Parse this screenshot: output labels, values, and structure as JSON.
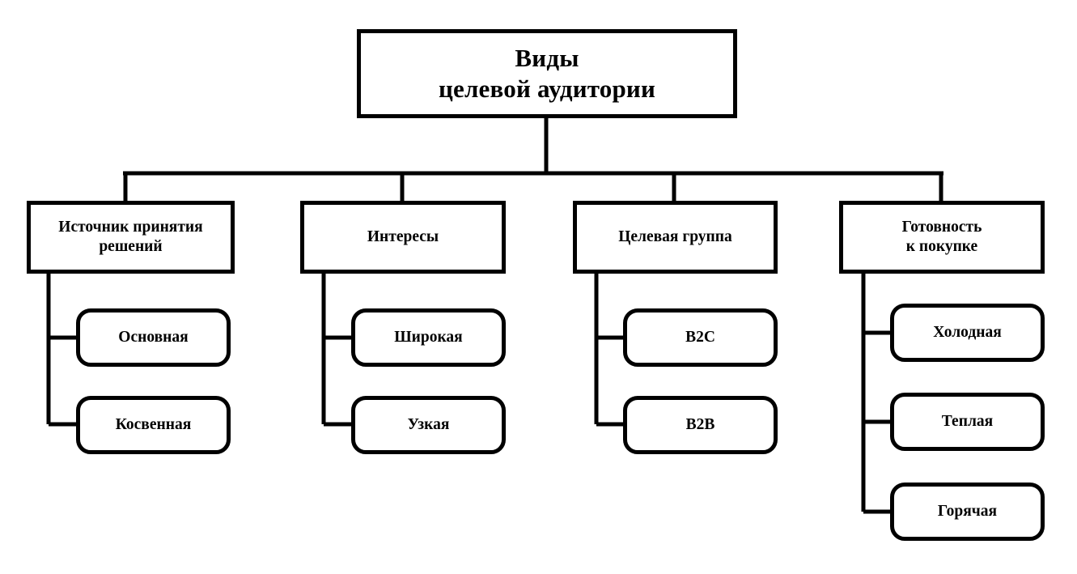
{
  "diagram": {
    "type": "hierarchy-tree",
    "title": "Виды целевой аудитории",
    "root": {
      "label": "Виды\nцелевой аудитории",
      "shape": "rectangle",
      "border_color": "#000000",
      "fill_color": "#ffffff",
      "text_color": "#000000"
    },
    "branches": [
      {
        "label": "Источник принятия\nрешений",
        "shape": "rectangle",
        "children": [
          {
            "label": "Основная",
            "shape": "rounded-rectangle"
          },
          {
            "label": "Косвенная",
            "shape": "rounded-rectangle"
          }
        ]
      },
      {
        "label": "Интересы",
        "shape": "rectangle",
        "children": [
          {
            "label": "Широкая",
            "shape": "rounded-rectangle"
          },
          {
            "label": "Узкая",
            "shape": "rounded-rectangle"
          }
        ]
      },
      {
        "label": "Целевая группа",
        "shape": "rectangle",
        "children": [
          {
            "label": "B2C",
            "shape": "rounded-rectangle"
          },
          {
            "label": "B2B",
            "shape": "rounded-rectangle"
          }
        ]
      },
      {
        "label": "Готовность\nк покупке",
        "shape": "rectangle",
        "children": [
          {
            "label": "Холодная",
            "shape": "rounded-rectangle"
          },
          {
            "label": "Теплая",
            "shape": "rounded-rectangle"
          },
          {
            "label": "Горячая",
            "shape": "rounded-rectangle"
          }
        ]
      }
    ]
  }
}
